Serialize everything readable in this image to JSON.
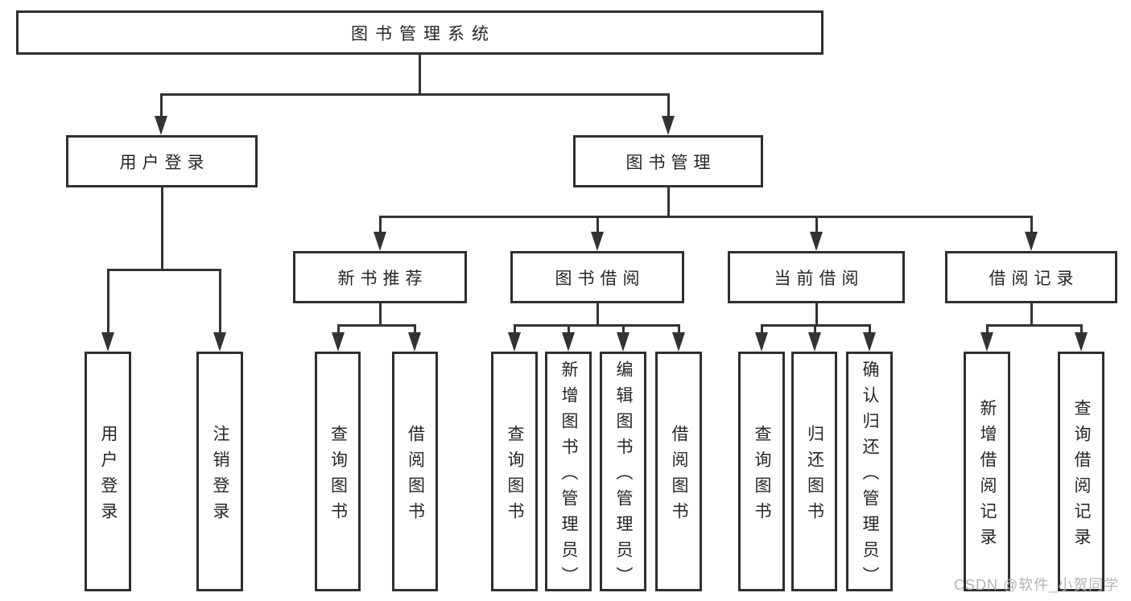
{
  "diagram": {
    "root": "图书管理系统",
    "level2": [
      "用户登录",
      "图书管理"
    ],
    "level3": [
      "新书推荐",
      "图书借阅",
      "当前借阅",
      "借阅记录"
    ],
    "leaves": {
      "user": [
        "用户登录",
        "注销登录"
      ],
      "recommend": [
        "查询图书",
        "借阅图书"
      ],
      "borrow": [
        "查询图书",
        "新增图书（管理员）",
        "编辑图书（管理员）",
        "借阅图书"
      ],
      "current": [
        "查询图书",
        "归还图书",
        "确认归还（管理员）"
      ],
      "records": [
        "新增借阅记录",
        "查询借阅记录"
      ]
    }
  },
  "watermark": "CSDN @软件_小贺同学",
  "colors": {
    "line": "#333333",
    "border": "#2f2f2f",
    "text": "#262626",
    "watermark": "#b3b3b3",
    "background": "#ffffff"
  }
}
